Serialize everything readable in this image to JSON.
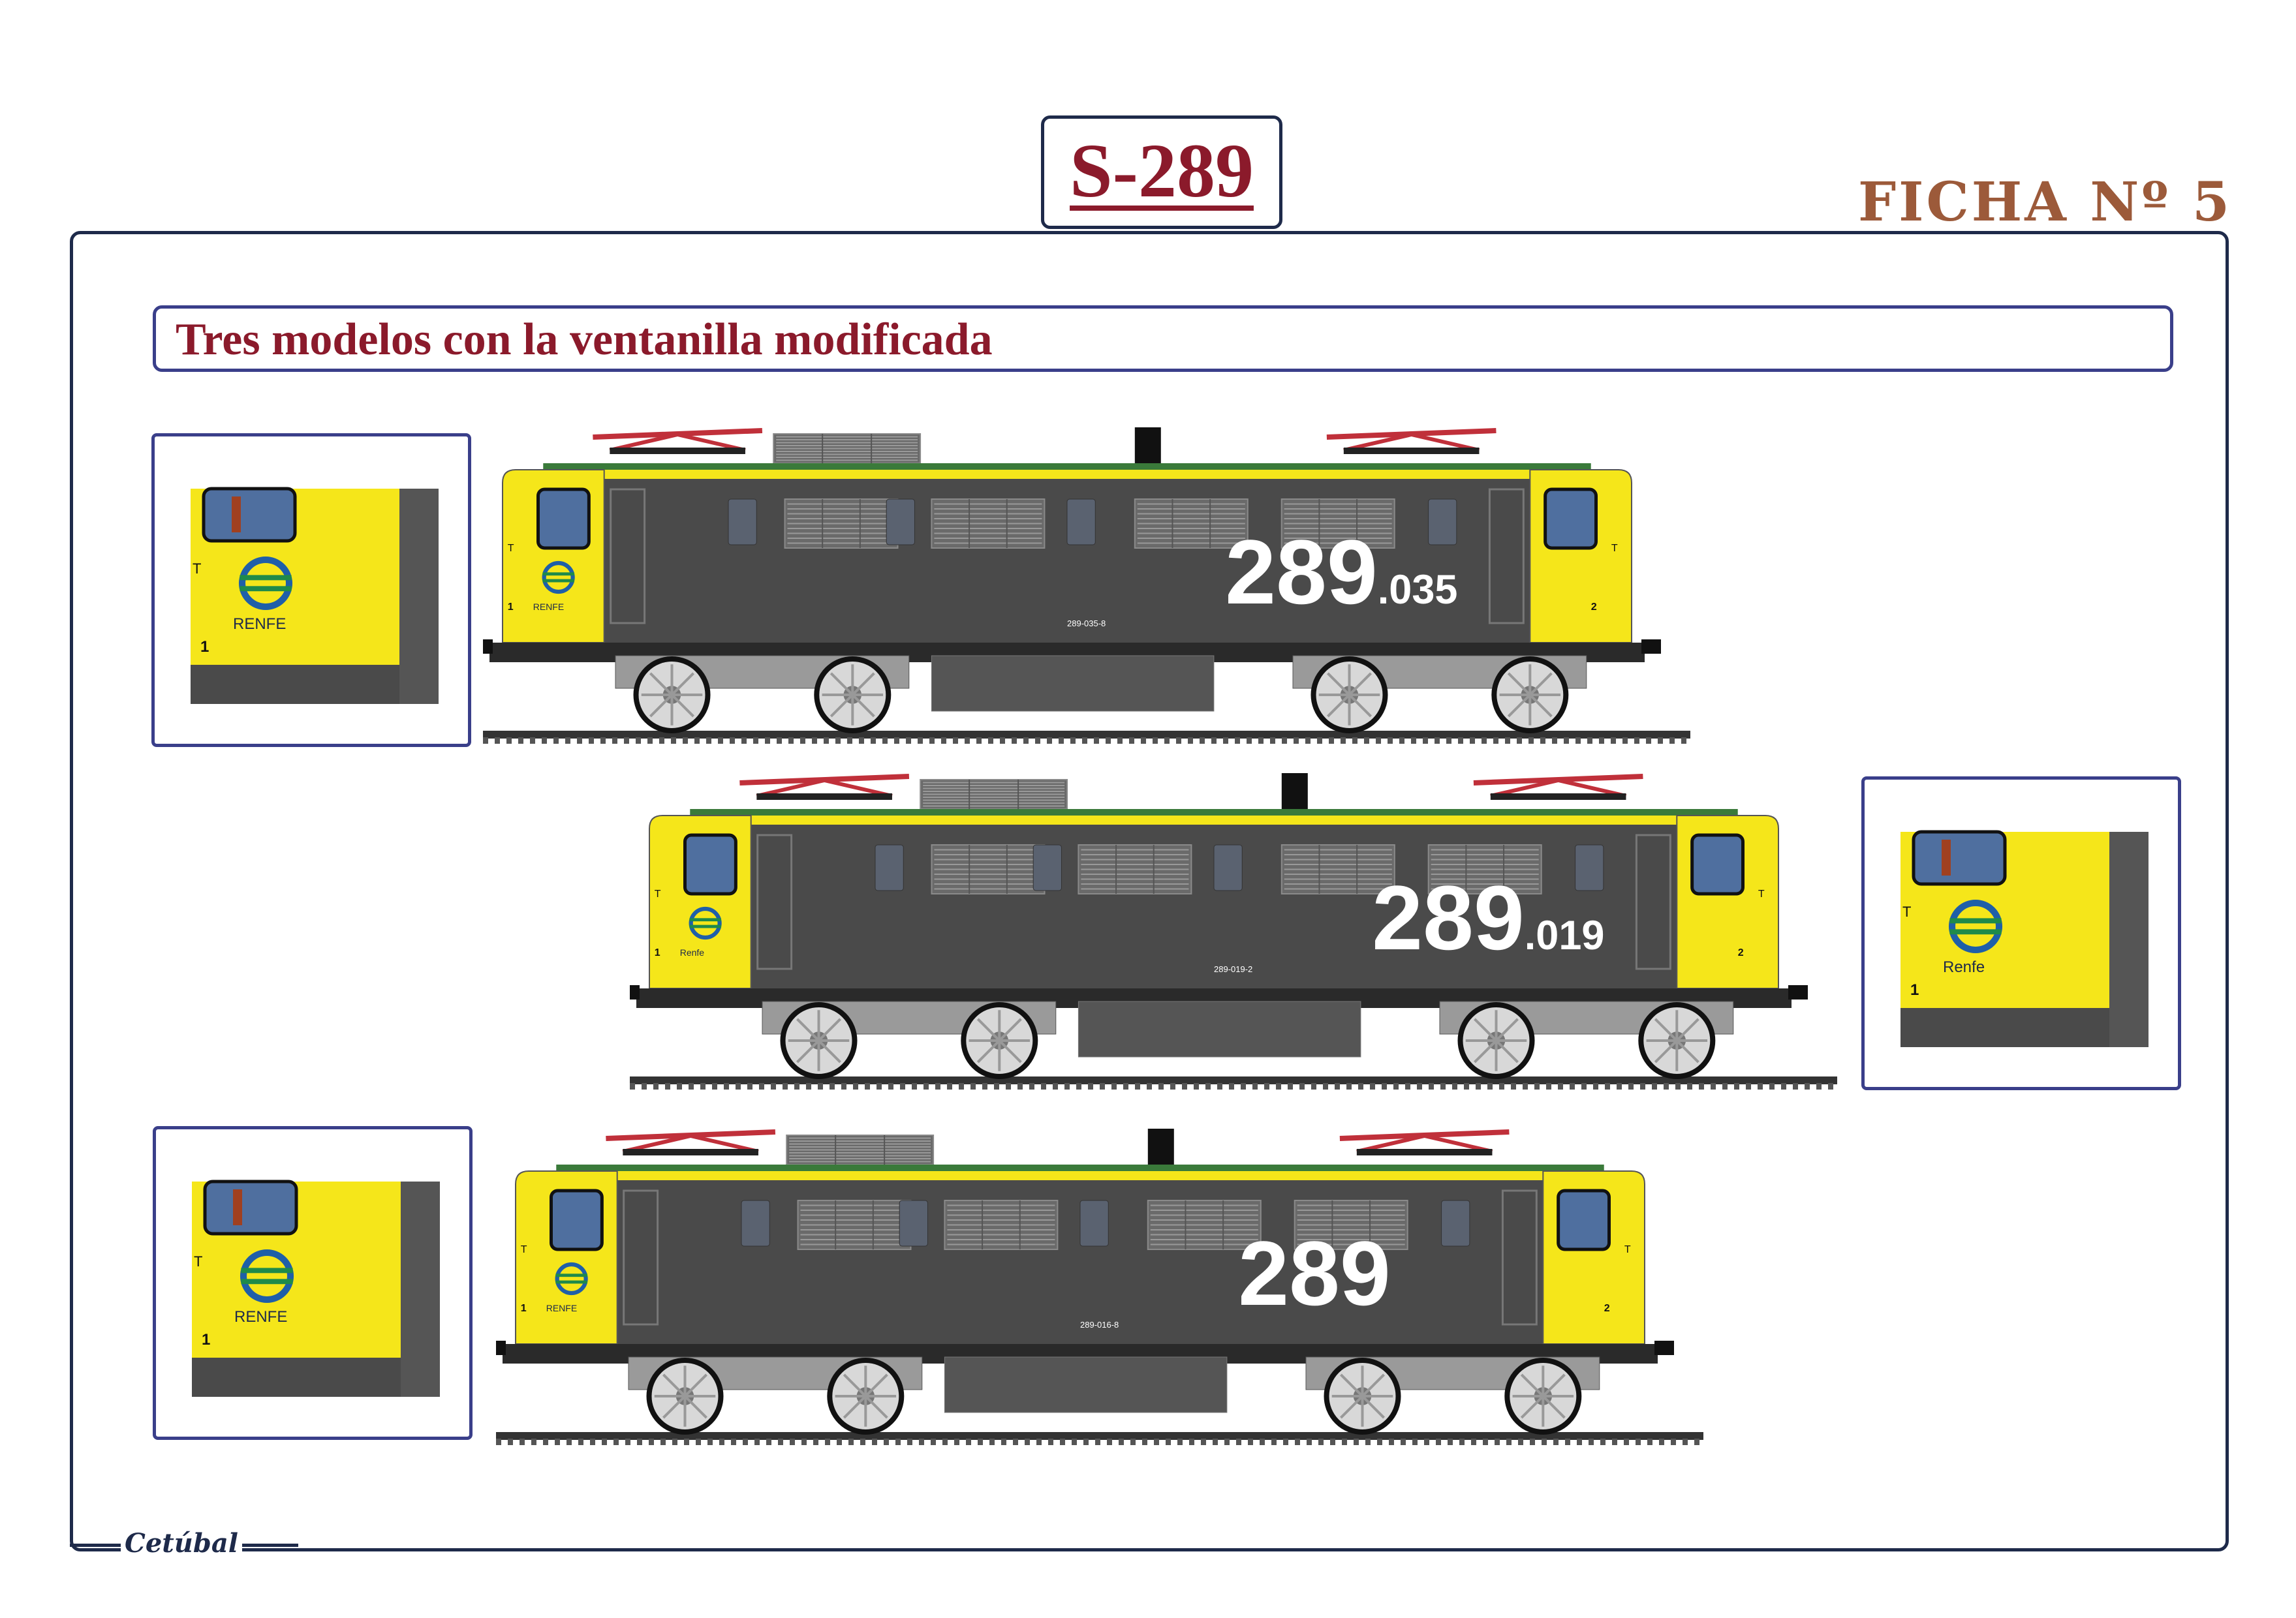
{
  "header": {
    "title": "S-289",
    "ficha": "FICHA Nº 5"
  },
  "subtitle": "Tres modelos con la ventanilla modificada",
  "locomotives": [
    {
      "number_main": "289",
      "number_suffix": ".035",
      "plate": "289-035-8",
      "logo_text": "RENFE",
      "end_left": "1",
      "end_right": "2",
      "t_mark": "T"
    },
    {
      "number_main": "289",
      "number_suffix": ".019",
      "plate": "289-019-2",
      "logo_text": "Renfe",
      "end_left": "1",
      "end_right": "2",
      "t_mark": "T"
    },
    {
      "number_main": "289",
      "number_suffix": "",
      "plate": "289-016-8",
      "logo_text": "RENFE",
      "end_left": "1",
      "end_right": "2",
      "t_mark": "T"
    }
  ],
  "insets": [
    {
      "logo_text": "RENFE",
      "end_label": "1",
      "t_mark": "T"
    },
    {
      "logo_text": "Renfe",
      "end_label": "1",
      "t_mark": "T"
    },
    {
      "logo_text": "RENFE",
      "end_label": "1",
      "t_mark": "T"
    }
  ],
  "credit": "Cetúbal",
  "colors": {
    "body_yellow": "#f5e61a",
    "body_grey": "#4a4a4a",
    "roof_red": "#c0303a",
    "title_red": "#8b1a2b",
    "logo_blue": "#1f5fa8",
    "logo_green": "#1f8a4a"
  }
}
